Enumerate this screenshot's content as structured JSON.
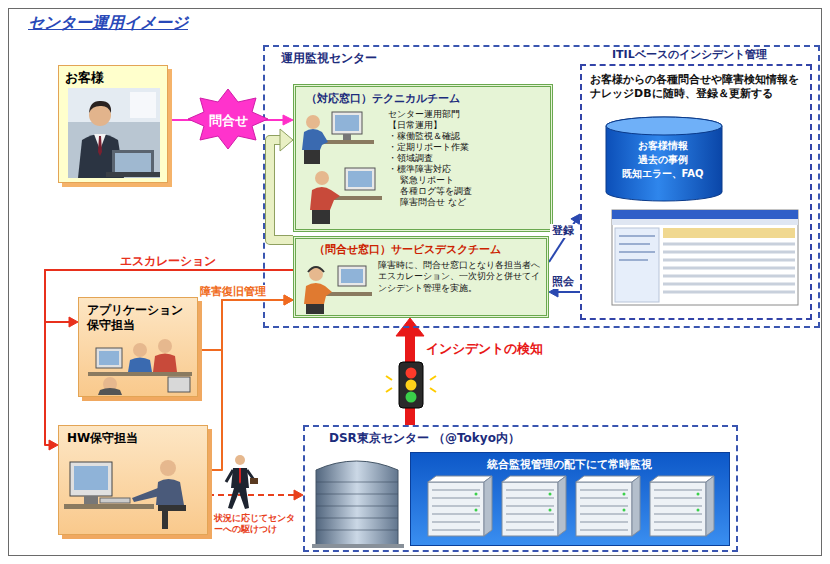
{
  "diagram": {
    "title": "センター運用イメージ",
    "nodes": [
      {
        "text": [
          "お客様"
        ]
      },
      {
        "text": [
          "運用監視センター"
        ]
      },
      {
        "text": [
          "（対応窓口）テクニカルチーム",
          "センター運用部門",
          "【日常運用】",
          "・稼働監視＆確認",
          "・定期リポート作業",
          "・領域調査",
          "・標準障害対応",
          "緊急リポート",
          "各種ログ等を調査",
          "障害問合せ など"
        ],
        "in": 1
      },
      {
        "text": [
          "（問合せ窓口）サービスデスクチーム",
          "障害時に、問合せ窓口となり各担当者へエスカレーション、一次切分と併せてインシデント管理を実施。"
        ],
        "in": 1
      },
      {
        "text": [
          "ITILベースのインシデント管理",
          "お客様からの各種問合せや障害検知情報をナレッジDBに随時、登録＆更新する"
        ],
        "in": 1
      },
      {
        "text": [
          "お客様情報",
          "過去の事例",
          "既知エラー、FAQ"
        ],
        "in": 4
      },
      {
        "text": [
          "アプリケーション保守担当"
        ]
      },
      {
        "text": [
          "HW保守担当"
        ]
      },
      {
        "text": [
          "DSR東京センター （@Tokyo内）"
        ]
      },
      {
        "text": [
          "統合監視管理の配下にて常時監視"
        ],
        "in": 8
      }
    ],
    "edges": [
      {
        "from": 0,
        "to": 2,
        "label": "問合せ",
        "arrow": "to"
      },
      {
        "from": 3,
        "to": 2,
        "arrow": "to"
      },
      {
        "from": 3,
        "to": 4,
        "label": "登録",
        "arrow": "to"
      },
      {
        "from": 4,
        "to": 3,
        "label": "照会",
        "arrow": "to"
      },
      {
        "from": 3,
        "to": 6,
        "label": "エスカレーション",
        "arrow": "to"
      },
      {
        "from": 3,
        "to": 7,
        "arrow": "to"
      },
      {
        "from": 6,
        "to": 3,
        "label": "障害復旧管理",
        "arrow": "to"
      },
      {
        "from": 7,
        "to": 3,
        "arrow": "to"
      },
      {
        "from": 8,
        "to": 3,
        "label": "インシデントの検知",
        "arrow": "to"
      },
      {
        "from": 7,
        "to": 8,
        "label": "状況に応じてセンターへの駆けつけ",
        "arrow": "to"
      }
    ]
  }
}
